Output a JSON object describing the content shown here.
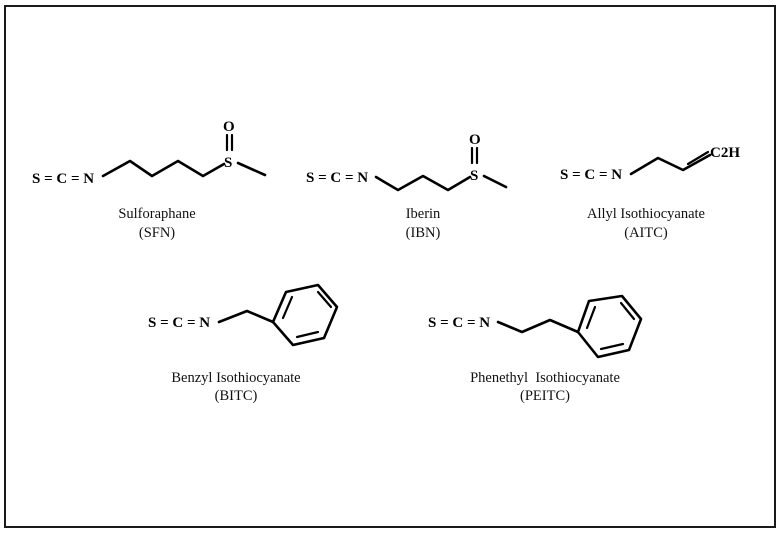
{
  "figure": {
    "frame_color": "#1a1a1a",
    "background": "#ffffff"
  },
  "molecules": [
    {
      "id": "sfn",
      "name": "Sulforaphane",
      "abbr": "(SFN)",
      "group": "S = C = N",
      "atoms": {
        "sulfur": "S",
        "oxygen": "O"
      }
    },
    {
      "id": "ibn",
      "name": "Iberin",
      "abbr": "(IBN)",
      "group": "S = C = N",
      "atoms": {
        "sulfur": "S",
        "oxygen": "O"
      }
    },
    {
      "id": "aitc",
      "name": "Allyl Isothiocyanate",
      "abbr": "(AITC)",
      "group": "S = C = N",
      "atoms": {
        "terminal": "C2H"
      }
    },
    {
      "id": "bitc",
      "name": "Benzyl Isothiocyanate",
      "abbr": "(BITC)",
      "group": "S = C = N"
    },
    {
      "id": "peitc",
      "name": "Phenethyl  Isothiocyanate",
      "abbr": "(PEITC)",
      "group": "S = C = N"
    }
  ]
}
